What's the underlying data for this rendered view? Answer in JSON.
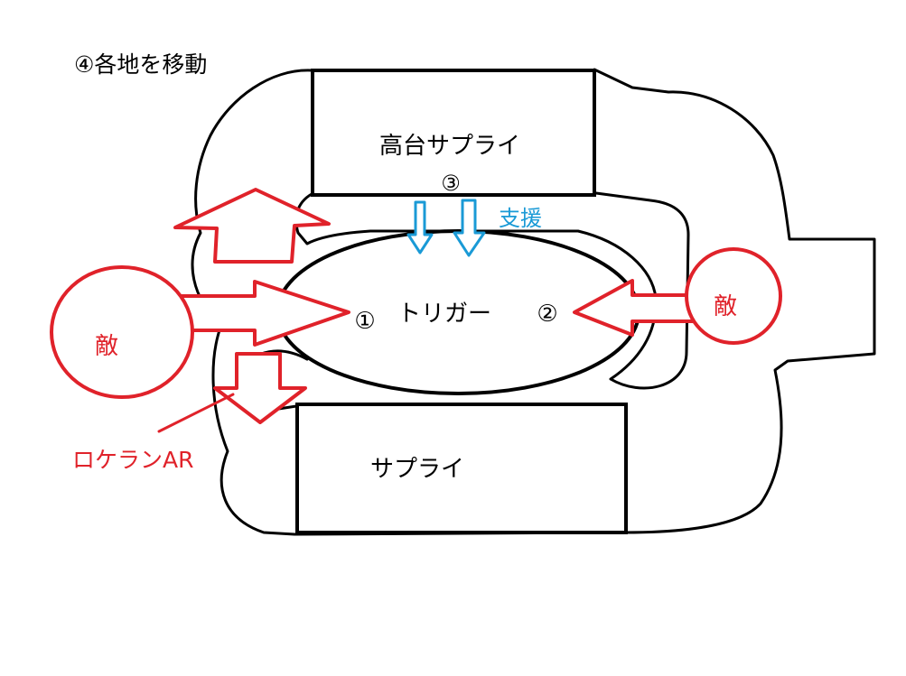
{
  "title": "④各地を移動",
  "boxes": {
    "high_supply": "高台サプライ",
    "supply": "サプライ"
  },
  "trigger": "トリガー",
  "markers": {
    "one": "①",
    "two": "②",
    "three": "③"
  },
  "support": "支援",
  "enemy_left": "敵",
  "enemy_right": "敵",
  "rocket_launcher": "ロケランAR",
  "colors": {
    "outline": "#000000",
    "enemy": "#e0222a",
    "support": "#1a9ad6",
    "background": "#ffffff"
  }
}
